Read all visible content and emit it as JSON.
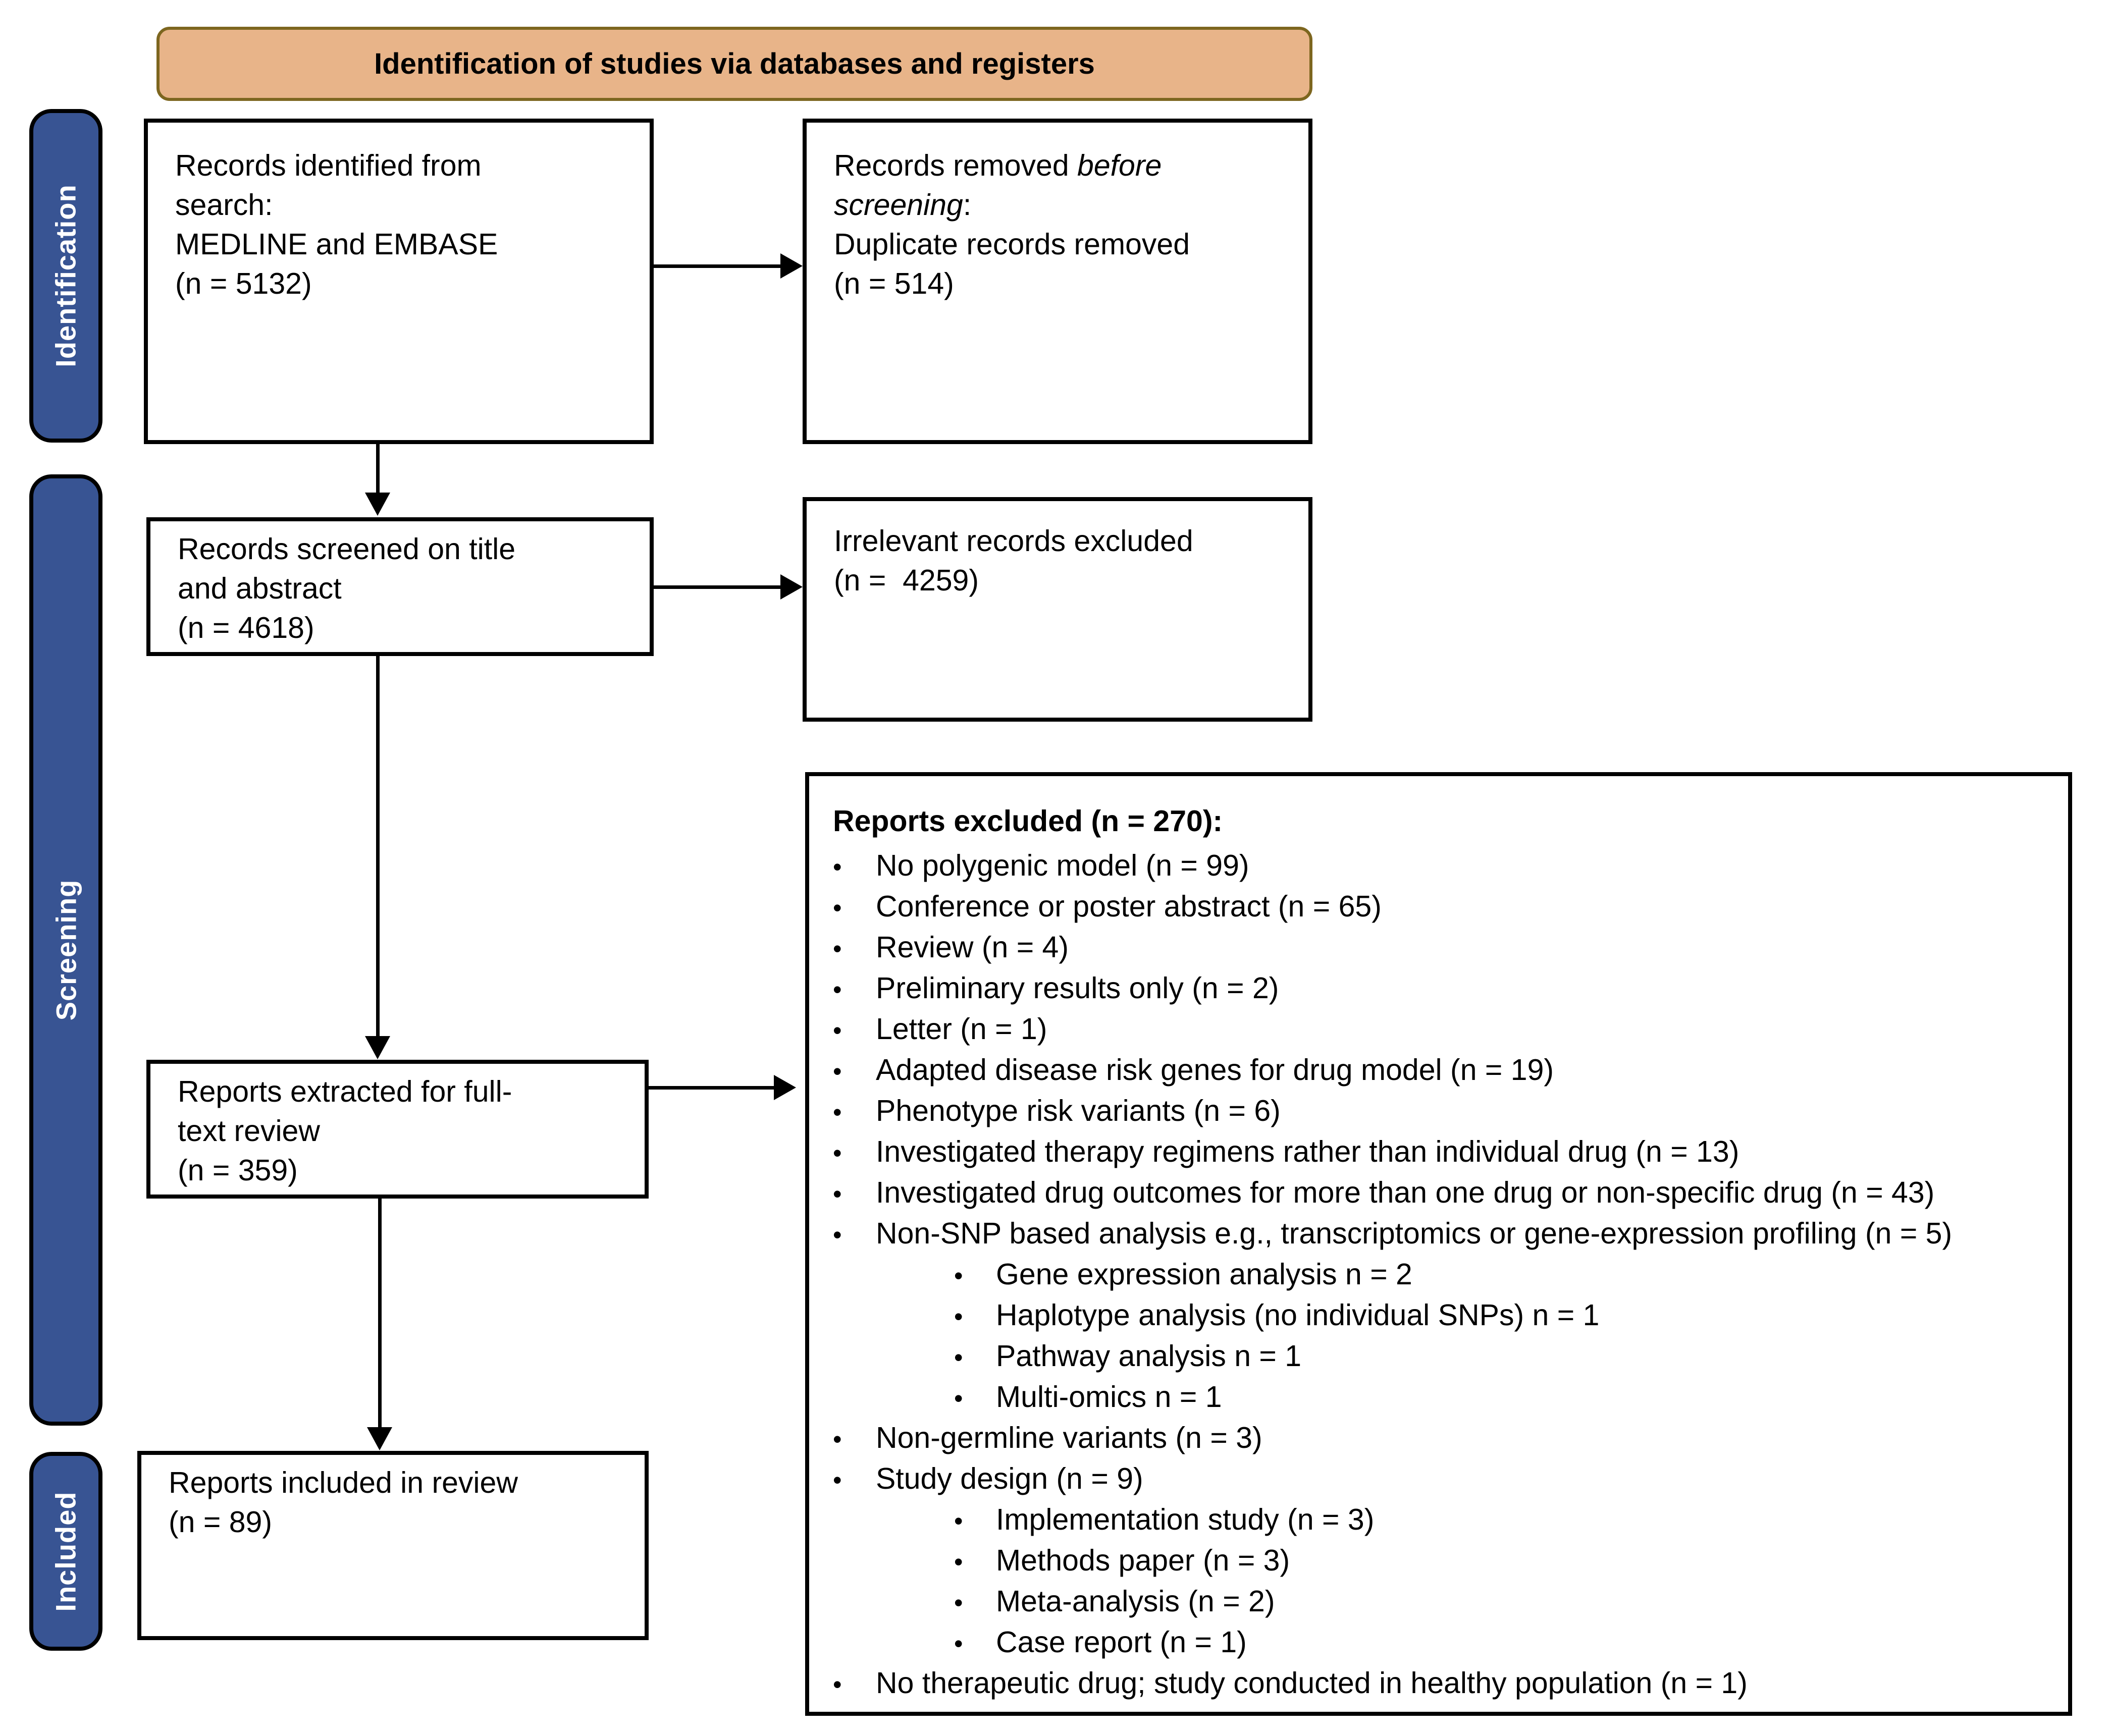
{
  "banner": {
    "title": "Identification of studies via databases and registers"
  },
  "stages": {
    "identification": "Identification",
    "screening": "Screening",
    "included": "Included"
  },
  "boxes": {
    "identified": {
      "lines": [
        "Records identified from",
        "search:",
        "MEDLINE and EMBASE",
        "(n = 5132)"
      ]
    },
    "removed": {
      "seg_normal": "Records removed ",
      "seg_italic1": "before",
      "seg_italic2": "screening",
      "seg_colon": ":",
      "line3": "Duplicate records removed",
      "line4": "(n = 514)"
    },
    "screened": {
      "lines": [
        "Records screened on title",
        "and abstract",
        "(n = 4618)"
      ]
    },
    "irrelevant": {
      "lines": [
        "Irrelevant records excluded",
        "(n =  4259)"
      ]
    },
    "fulltext": {
      "lines": [
        "Reports extracted for full-",
        "text review",
        "(n = 359)"
      ]
    },
    "included_box": {
      "lines": [
        "Reports included in review",
        "(n = 89)"
      ]
    },
    "excluded": {
      "title": "Reports excluded (n = 270):",
      "bullet_char": "•",
      "items": [
        {
          "level": 1,
          "text": "No polygenic model (n = 99)"
        },
        {
          "level": 1,
          "text": "Conference or poster abstract (n = 65)"
        },
        {
          "level": 1,
          "text": "Review (n = 4)"
        },
        {
          "level": 1,
          "text": "Preliminary results only (n = 2)"
        },
        {
          "level": 1,
          "text": "Letter (n = 1)"
        },
        {
          "level": 1,
          "text": "Adapted disease risk genes for drug model (n = 19)"
        },
        {
          "level": 1,
          "text": "Phenotype risk variants (n = 6)"
        },
        {
          "level": 1,
          "text": "Investigated therapy regimens rather than individual drug (n = 13)"
        },
        {
          "level": 1,
          "text": "Investigated drug outcomes for more than one drug or non-specific drug (n = 43)"
        },
        {
          "level": 1,
          "text": "Non-SNP based analysis e.g., transcriptomics or gene-expression profiling (n = 5)"
        },
        {
          "level": 2,
          "text": "Gene expression analysis n = 2"
        },
        {
          "level": 2,
          "text": "Haplotype analysis (no individual SNPs) n = 1"
        },
        {
          "level": 2,
          "text": "Pathway analysis n = 1"
        },
        {
          "level": 2,
          "text": "Multi-omics n = 1"
        },
        {
          "level": 1,
          "text": "Non-germline variants (n = 3)"
        },
        {
          "level": 1,
          "text": "Study design (n = 9)"
        },
        {
          "level": 2,
          "text": "Implementation study (n = 3)"
        },
        {
          "level": 2,
          "text": "Methods paper (n = 3)"
        },
        {
          "level": 2,
          "text": "Meta-analysis (n = 2)"
        },
        {
          "level": 2,
          "text": "Case report (n = 1)"
        },
        {
          "level": 1,
          "text": "No therapeutic drug; study conducted in healthy population (n = 1)"
        }
      ]
    }
  },
  "colors": {
    "banner_fill": "#e8b489",
    "banner_border": "#7d661f",
    "stage_fill": "#385493",
    "stage_text": "#ffffff",
    "box_border": "#000000",
    "arrow": "#000000"
  }
}
